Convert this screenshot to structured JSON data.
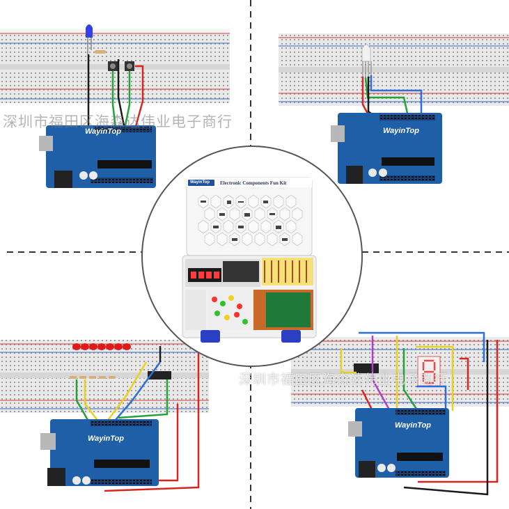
{
  "watermark_top": "深圳市福田区海森达伟业电子商行",
  "watermark_bottom": "深圳市福田区海森达伟业电子商行",
  "board_brand": "WayinTop",
  "kit": {
    "brand": "WayinTop",
    "title": "Electronic Components Fun Kit"
  },
  "colors": {
    "board_blue": "#1f5fa8",
    "breadboard": "#e8e8e8",
    "wire_red": "#d8251f",
    "wire_green": "#22a33a",
    "wire_blue": "#2c6fd6",
    "wire_yellow": "#e8d21a",
    "wire_purple": "#b040c8",
    "wire_black": "#1a1a1a"
  },
  "icons": {
    "led": "led-icon",
    "pushbutton": "pushbutton-icon",
    "rgb_led": "rgb-led-icon",
    "seven_segment": "seven-segment-display-icon",
    "ic_chip": "shift-register-chip-icon"
  }
}
